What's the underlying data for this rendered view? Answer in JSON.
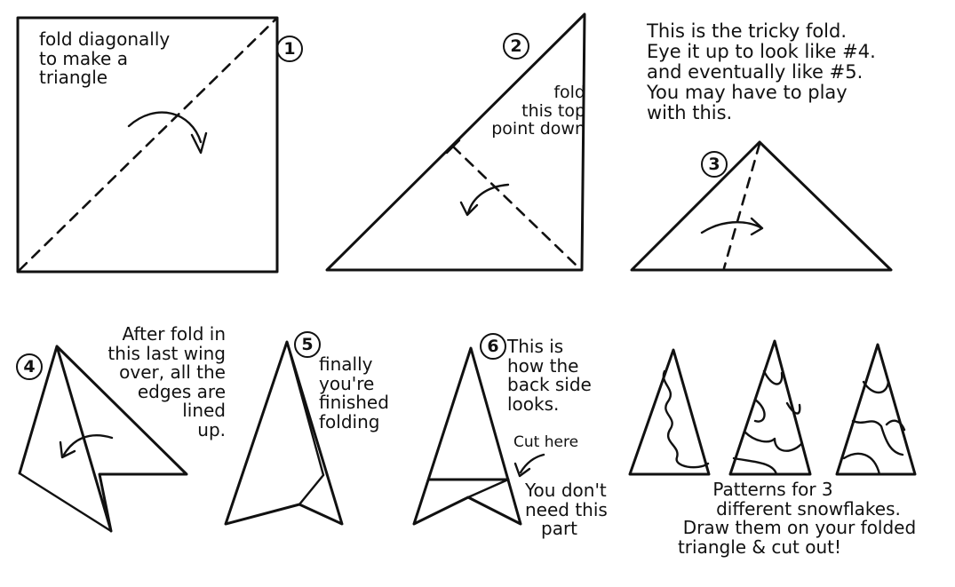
{
  "step1": {
    "number": "1",
    "lines": [
      "fold diagonally",
      "to make a",
      "triangle"
    ]
  },
  "step2": {
    "number": "2",
    "lines": [
      "fold",
      "this top",
      "point down"
    ]
  },
  "step3": {
    "number": "3",
    "lines": [
      "This is the tricky fold.",
      "Eye it up to look like #4.",
      "and eventually like #5.",
      "You may have to play",
      "with this."
    ]
  },
  "step4": {
    "number": "4",
    "lines": [
      "After fold in",
      "this last wing",
      "over, all the",
      "edges are",
      "lined",
      "up."
    ]
  },
  "step5": {
    "number": "5",
    "lines": [
      "finally",
      "you're",
      "finished",
      "folding"
    ]
  },
  "step6": {
    "number": "6",
    "lines": [
      "This is",
      "how the",
      "back side",
      "looks."
    ],
    "cut_label": "Cut here",
    "discard_lines": [
      "You don't",
      "need this",
      "part"
    ]
  },
  "patterns": {
    "lines": [
      "Patterns for 3",
      "different snowflakes.",
      "Draw them on your folded",
      "triangle & cut out!"
    ]
  }
}
